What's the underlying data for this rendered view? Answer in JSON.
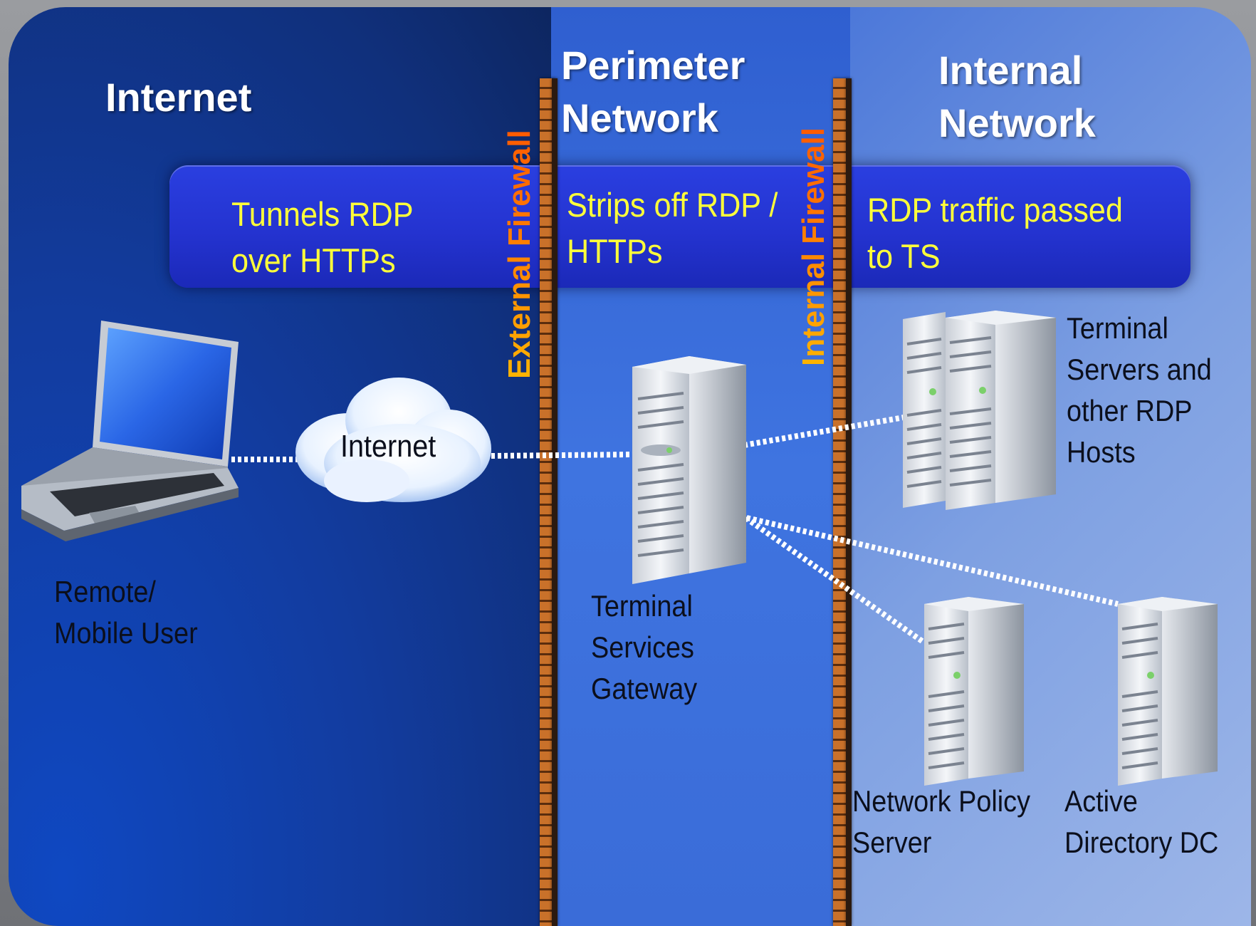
{
  "zones": {
    "internet": {
      "title": "Internet",
      "color": "#123c9f"
    },
    "perimeter": {
      "title": "Perimeter\nNetwork",
      "color": "#3f74e0"
    },
    "internal": {
      "title": "Internal\nNetwork",
      "color": "#7ea0e2"
    }
  },
  "banner": {
    "internet_text": "Tunnels RDP\nover HTTPs",
    "perimeter_text": "Strips off RDP /\nHTTPs",
    "internal_text": "RDP  traffic passed\nto TS",
    "text_color": "#ffff3a"
  },
  "firewalls": {
    "external": "External Firewall",
    "internal": "Internal Firewall"
  },
  "nodes": {
    "laptop": {
      "label": "Remote/\nMobile User",
      "icon": "laptop-icon"
    },
    "cloud": {
      "label": "Internet",
      "icon": "cloud-icon"
    },
    "gateway": {
      "label": "Terminal\nServices\nGateway",
      "icon": "server-icon"
    },
    "terminal_servers": {
      "label": "Terminal\nServers  and\nother RDP\nHosts",
      "icon": "server-cluster-icon"
    },
    "nps": {
      "label": "Network Policy\nServer",
      "icon": "server-icon"
    },
    "ad": {
      "label": "Active\nDirectory DC",
      "icon": "server-icon"
    }
  }
}
